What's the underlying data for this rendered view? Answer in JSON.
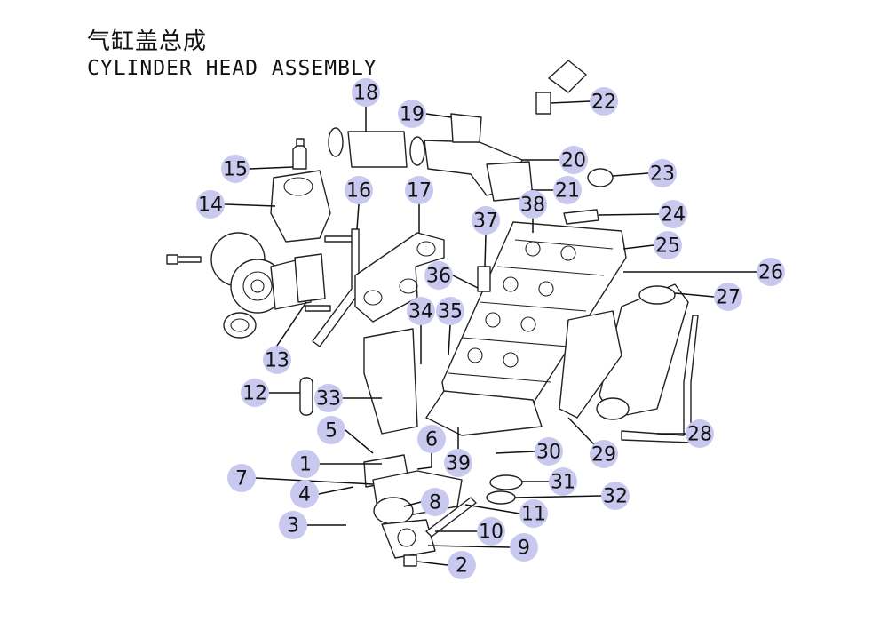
{
  "title_cn": "气缸盖总成",
  "title_en": "CYLINDER HEAD ASSEMBLY",
  "callout_color": "#c9c9f0",
  "callouts": [
    "1",
    "2",
    "3",
    "4",
    "5",
    "6",
    "7",
    "8",
    "9",
    "10",
    "11",
    "12",
    "13",
    "14",
    "15",
    "16",
    "17",
    "18",
    "19",
    "20",
    "21",
    "22",
    "23",
    "24",
    "25",
    "26",
    "27",
    "28",
    "29",
    "30",
    "31",
    "32",
    "33",
    "34",
    "35",
    "36",
    "37",
    "38",
    "39"
  ]
}
